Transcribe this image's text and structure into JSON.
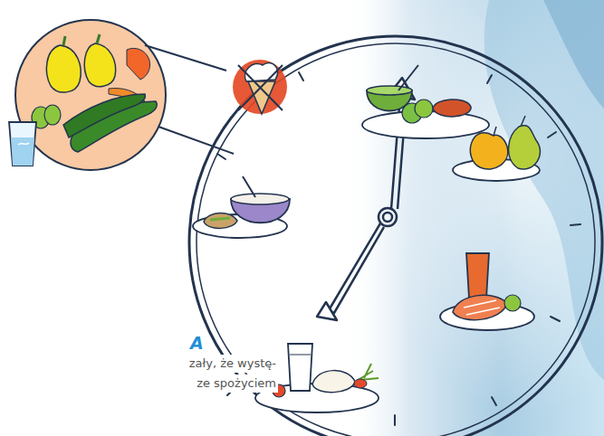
{
  "diagram": {
    "labels": [
      "A",
      "zały, że wystę-",
      "ze spożyciem"
    ]
  }
}
